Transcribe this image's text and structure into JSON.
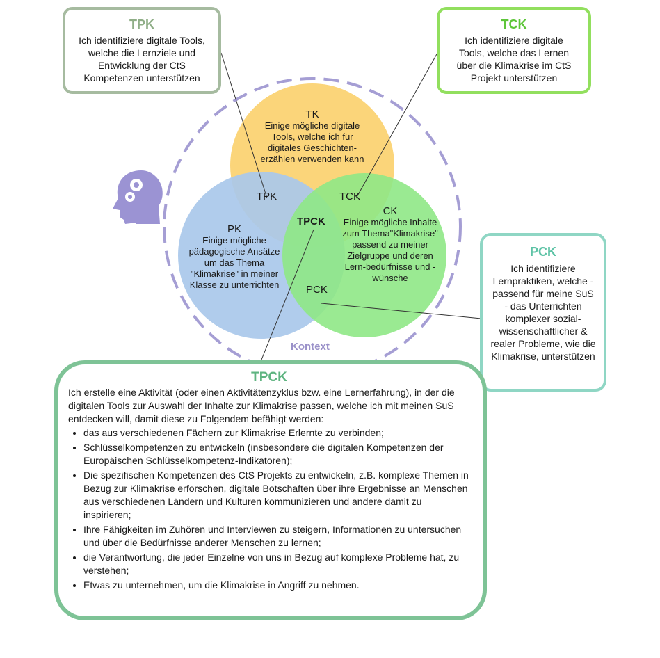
{
  "context_ring": {
    "label": "Kontext"
  },
  "circles": {
    "tk": {
      "abbr": "TK",
      "text": "Einige mögliche digitale Tools, welche ich für digitales Geschichten-erzählen verwenden kann",
      "color": "#fbd57a"
    },
    "pk": {
      "abbr": "PK",
      "text": "Einige mögliche pädagogische Ansätze um das Thema \"Klimakrise\" in meiner Klasse zu unterrichten",
      "color": "#a9c8ea"
    },
    "ck": {
      "abbr": "CK",
      "text": "Einige mögliche Inhalte zum Thema\"Klimakrise\" passend zu meiner Zielgruppe und deren Lern-bedürfnisse und -wünsche",
      "color": "#8fe886"
    }
  },
  "intersections": {
    "tpk": "TPK",
    "tck": "TCK",
    "pck": "PCK",
    "tpck": "TPCK"
  },
  "boxes": {
    "tpk": {
      "title": "TPK",
      "text": "Ich identifiziere digitale Tools, welche die Lernziele und Entwicklung der CtS Kompetenzen unterstützen"
    },
    "tck": {
      "title": "TCK",
      "text": "Ich identifiziere digitale Tools, welche das Lernen über die Klimakrise im CtS Projekt unterstützen"
    },
    "pck": {
      "title": "PCK",
      "text": "Ich identifiziere Lernpraktiken, welche - passend für meine SuS - das Unterrichten komplexer sozial-wissenschaftlicher & realer Probleme, wie die Klimakrise, unterstützen"
    },
    "tpck": {
      "title": "TPCK",
      "intro": "Ich erstelle eine Aktivität (oder einen Aktivitätenzyklus bzw. eine Lernerfahrung), in der die digitalen Tools zur Auswahl der Inhalte zur Klimakrise passen, welche ich mit meinen SuS entdecken will, damit diese zu Folgendem befähigt werden:",
      "bullets": [
        "das aus verschiedenen Fächern zur Klimakrise Erlernte zu verbinden;",
        "Schlüsselkompetenzen zu entwickeln (insbesondere die digitalen Kompetenzen der Europäischen Schlüsselkompetenz-Indikatoren);",
        "Die spezifischen Kompetenzen des CtS Projekts zu entwickeln, z.B. komplexe Themen in Bezug zur Klimakrise erforschen, digitale Botschaften über ihre Ergebnisse an Menschen aus verschiedenen Ländern und Kulturen kommunizieren und andere damit zu inspirieren;",
        "Ihre Fähigkeiten im Zuhören und Interviewen zu steigern, Informationen zu untersuchen und über die Bedürfnisse anderer Menschen zu lernen;",
        "die Verantwortung, die jeder Einzelne von uns in Bezug auf komplexe Probleme hat, zu verstehen;",
        "Etwas zu unternehmen, um die Klimakrise in Angriff zu nehmen."
      ]
    }
  },
  "icon": {
    "name": "head-gears-icon",
    "color": "#9b93d3"
  }
}
